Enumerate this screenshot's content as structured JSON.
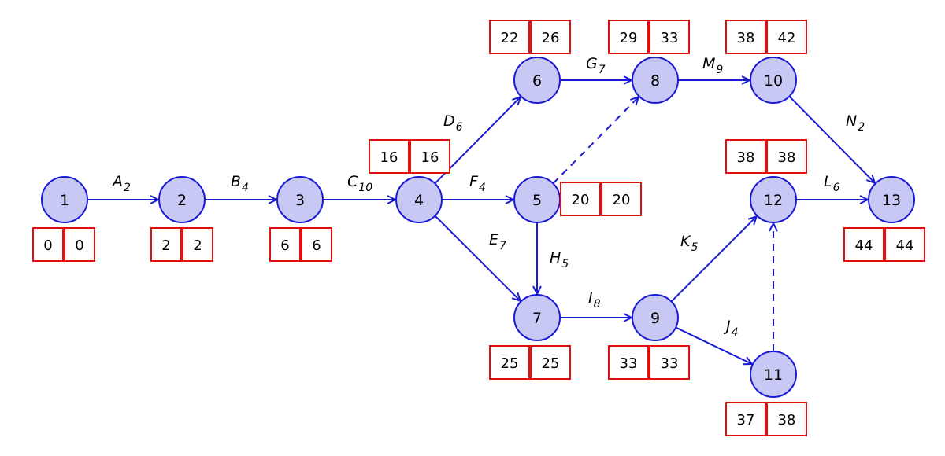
{
  "colors": {
    "edge": "#1a1ad6",
    "node_fill": "#c8c8f5",
    "box_border": "#e01010"
  },
  "nodes": [
    {
      "id": "1",
      "earliest": "0",
      "latest": "0"
    },
    {
      "id": "2",
      "earliest": "2",
      "latest": "2"
    },
    {
      "id": "3",
      "earliest": "6",
      "latest": "6"
    },
    {
      "id": "4",
      "earliest": "16",
      "latest": "16"
    },
    {
      "id": "5",
      "earliest": "20",
      "latest": "20"
    },
    {
      "id": "6",
      "earliest": "22",
      "latest": "26"
    },
    {
      "id": "7",
      "earliest": "25",
      "latest": "25"
    },
    {
      "id": "8",
      "earliest": "29",
      "latest": "33"
    },
    {
      "id": "9",
      "earliest": "33",
      "latest": "33"
    },
    {
      "id": "10",
      "earliest": "38",
      "latest": "42"
    },
    {
      "id": "11",
      "earliest": "37",
      "latest": "38"
    },
    {
      "id": "12",
      "earliest": "38",
      "latest": "38"
    },
    {
      "id": "13",
      "earliest": "44",
      "latest": "44"
    }
  ],
  "activities": [
    {
      "from": "1",
      "to": "2",
      "letter": "A",
      "duration": "2"
    },
    {
      "from": "2",
      "to": "3",
      "letter": "B",
      "duration": "4"
    },
    {
      "from": "3",
      "to": "4",
      "letter": "C",
      "duration": "10"
    },
    {
      "from": "4",
      "to": "6",
      "letter": "D",
      "duration": "6"
    },
    {
      "from": "4",
      "to": "5",
      "letter": "F",
      "duration": "4"
    },
    {
      "from": "4",
      "to": "7",
      "letter": "E",
      "duration": "7"
    },
    {
      "from": "6",
      "to": "8",
      "letter": "G",
      "duration": "7"
    },
    {
      "from": "8",
      "to": "10",
      "letter": "M",
      "duration": "9"
    },
    {
      "from": "10",
      "to": "13",
      "letter": "N",
      "duration": "2"
    },
    {
      "from": "5",
      "to": "7",
      "letter": "H",
      "duration": "5"
    },
    {
      "from": "7",
      "to": "9",
      "letter": "I",
      "duration": "8"
    },
    {
      "from": "9",
      "to": "12",
      "letter": "K",
      "duration": "5"
    },
    {
      "from": "9",
      "to": "11",
      "letter": "J",
      "duration": "4"
    },
    {
      "from": "12",
      "to": "13",
      "letter": "L",
      "duration": "6"
    }
  ],
  "dummies": [
    {
      "from": "5",
      "to": "8"
    },
    {
      "from": "11",
      "to": "12"
    }
  ]
}
